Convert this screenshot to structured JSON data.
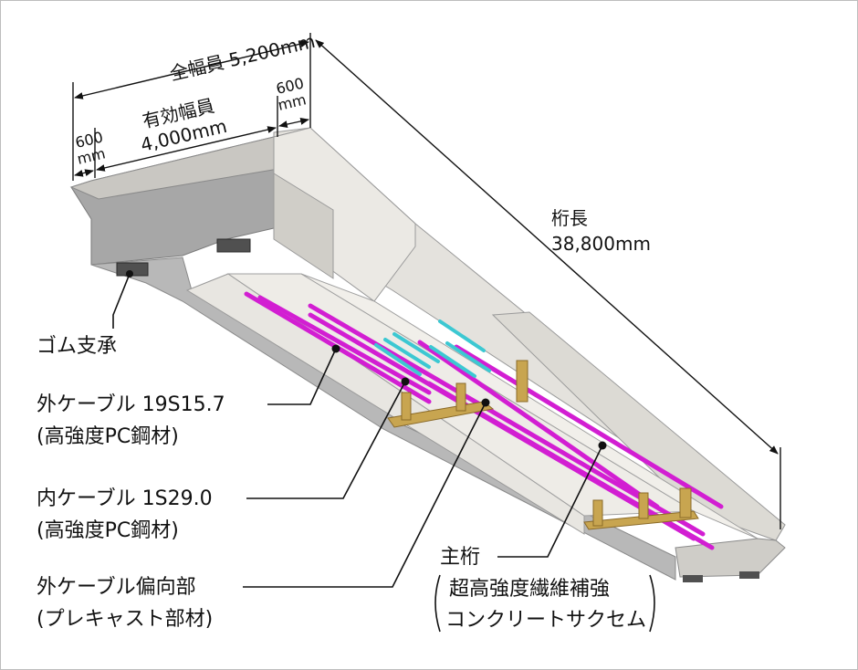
{
  "dimensions": {
    "total_width_label": "全幅員 5,200mm",
    "effective_width_label": "有効幅員",
    "effective_width_value": "4,000mm",
    "left_margin_value": "600",
    "left_margin_unit": "mm",
    "right_margin_value": "600",
    "right_margin_unit": "mm",
    "girder_length_label": "桁長",
    "girder_length_value": "38,800mm"
  },
  "callouts": {
    "rubber_bearing": "ゴム支承",
    "external_cable_line1": "外ケーブル 19S15.7",
    "external_cable_line2": "(高強度PC鋼材)",
    "internal_cable_line1": "内ケーブル 1S29.0",
    "internal_cable_line2": "(高強度PC鋼材)",
    "deviator_line1": "外ケーブル偏向部",
    "deviator_line2": "(プレキャスト部材)",
    "main_girder_line1": "主桁",
    "main_girder_line2": "超高強度繊維補強",
    "main_girder_line3": "コンクリートサクセム"
  },
  "colors": {
    "concrete_top": "#e2e0dc",
    "concrete_side": "#a9a9a9",
    "concrete_light": "#eeece7",
    "concrete_dark": "#8c8c8c",
    "external_cable": "#d21ed2",
    "internal_cable": "#3cc8d2",
    "deviator": "#c8a550"
  }
}
